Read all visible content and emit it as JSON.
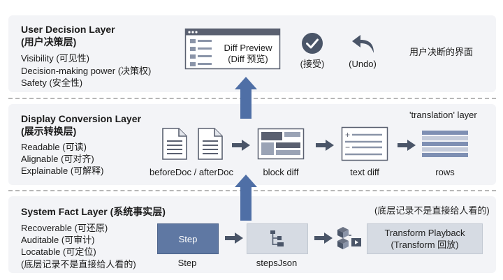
{
  "user_layer": {
    "title": "User Decision Layer",
    "title_cn": "(用户决策层)",
    "items": [
      "Visibility (可见性)",
      "Decision-making power (决策权)",
      "Safety (安全性)"
    ],
    "diff_preview": "Diff Preview",
    "diff_preview_cn": "(Diff 预览)",
    "accept": "(接受)",
    "undo": "(Undo)",
    "right_note": "用户决断的界面"
  },
  "display_layer": {
    "title": "Display Conversion Layer",
    "title_cn": "(展示转换层)",
    "items": [
      "Readable (可读)",
      "Alignable (可对齐)",
      "Explainable (可解释)"
    ],
    "translation_note": "'translation' layer",
    "docs_label": "beforeDoc / afterDoc",
    "block_diff": "block diff",
    "text_diff": "text diff",
    "rows": "rows"
  },
  "system_layer": {
    "title": "System Fact Layer (系统事实层)",
    "items": [
      "Recoverable (可还原)",
      "Auditable (可审计)",
      "Locatable (可定位)",
      "(底层记录不是直接给人看的)"
    ],
    "right_note": "(底层记录不是直接给人看的)",
    "step_box": "Step",
    "step_label": "Step",
    "steps_json": "stepsJson",
    "playback_line1": "Transform Playback",
    "playback_line2": "(Transform 回放)"
  },
  "colors": {
    "layer_bg": "#f3f4f7",
    "accent_blue": "#4f6fa6",
    "dark_box": "#5f78a3",
    "light_box": "#d6dbe3",
    "icon_gray": "#5a6070"
  }
}
